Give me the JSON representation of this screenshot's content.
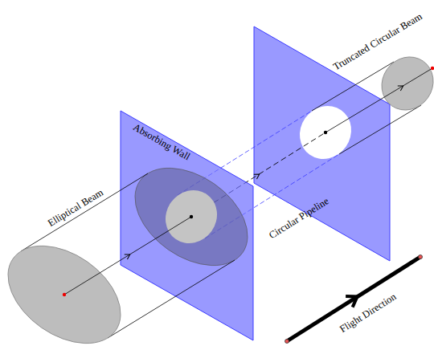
{
  "diagram": {
    "labels": [
      "Elliptical Beam",
      "Absorbing Wall",
      "Circular Pipeline",
      "Truncated Circular Beam",
      "Flight Direction"
    ]
  }
}
